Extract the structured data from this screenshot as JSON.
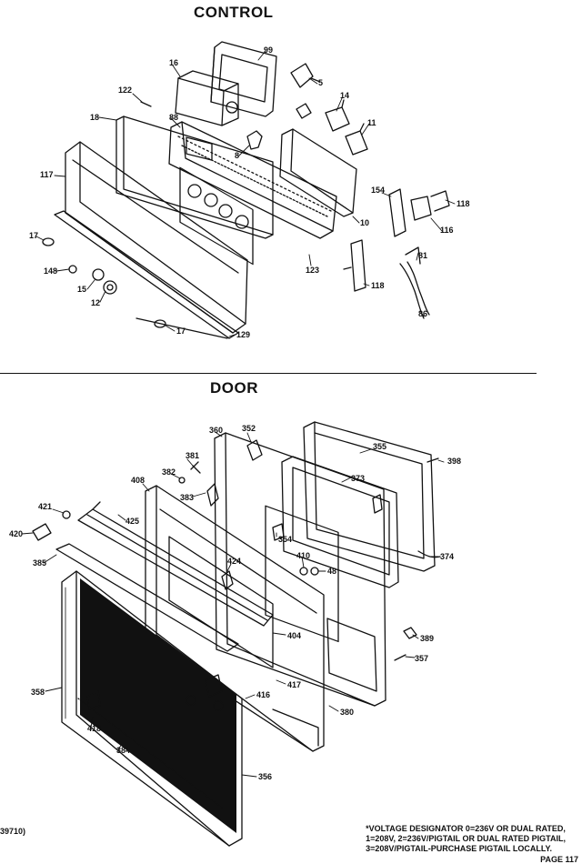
{
  "sections": {
    "control_title": "CONTROL",
    "door_title": "DOOR"
  },
  "callouts": {
    "control": [
      "99",
      "16",
      "122",
      "5",
      "14",
      "11",
      "18",
      "88",
      "8",
      "117",
      "154",
      "116",
      "118",
      "10",
      "17",
      "148",
      "15",
      "12",
      "123",
      "118",
      "81",
      "86",
      "17",
      "129"
    ],
    "door": [
      "360",
      "352",
      "355",
      "398",
      "381",
      "382",
      "408",
      "373",
      "421",
      "425",
      "383",
      "354",
      "420",
      "385",
      "410",
      "48",
      "374",
      "424",
      "404",
      "389",
      "358",
      "417",
      "357",
      "416",
      "418",
      "384",
      "380",
      "356"
    ]
  },
  "voltage_note": [
    "*VOLTAGE DESIGNATOR 0=236V OR DUAL RATED,",
    "1=208V, 2=236V/PIGTAIL OR DUAL RATED PIGTAIL,",
    "3=208V/PIGTAIL-PURCHASE PIGTAIL LOCALLY."
  ],
  "partial_id": "39710)",
  "page_number": "PAGE 117"
}
